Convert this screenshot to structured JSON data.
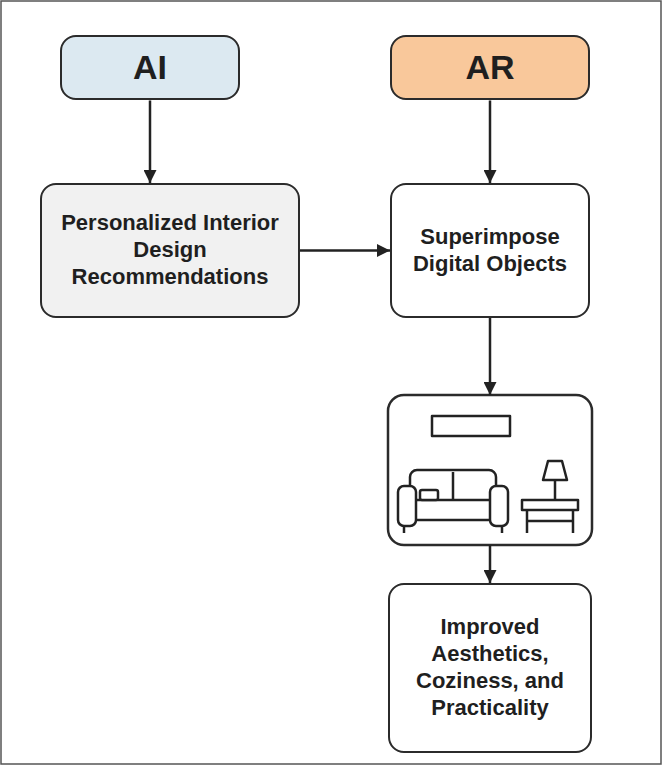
{
  "diagram": {
    "nodes": [
      {
        "text": [
          "AI"
        ]
      },
      {
        "text": [
          "AR"
        ]
      },
      {
        "text": [
          "Personalized Interior Design Recommendations"
        ]
      },
      {
        "text": [
          "Superimpose Digital Objects"
        ]
      },
      {
        "text": [
          "Improved Aesthetics, Coziness, and Practicality"
        ]
      }
    ],
    "edges": [
      {
        "from": 0,
        "to": 2,
        "arrow": "to"
      },
      {
        "from": 1,
        "to": 3,
        "arrow": "to"
      },
      {
        "from": 2,
        "to": 3,
        "arrow": "to"
      }
    ]
  }
}
